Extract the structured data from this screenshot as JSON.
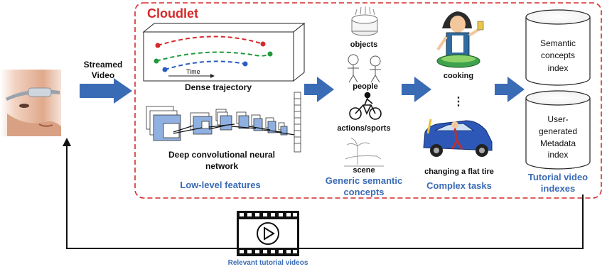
{
  "cloudlet_title": "Cloudlet",
  "input": {
    "streamed_line1": "Streamed",
    "streamed_line2": "Video"
  },
  "low_level": {
    "time_label": "Time",
    "dense_trajectory": "Dense trajectory",
    "dcnn_line1": "Deep convolutional neural",
    "dcnn_line2": "network",
    "section_label": "Low-level features"
  },
  "generic": {
    "objects": "objects",
    "people": "people",
    "actions": "actions/sports",
    "scene": "scene",
    "section_line1": "Generic semantic",
    "section_line2": "concepts"
  },
  "complex": {
    "cooking": "cooking",
    "ellipsis": "⋮",
    "flat_tire": "changing a flat tire",
    "section_label": "Complex tasks"
  },
  "indexes": {
    "semantic_line1": "Semantic",
    "semantic_line2": "concepts",
    "semantic_line3": "index",
    "user_line1": "User-",
    "user_line2": "generated",
    "user_line3": "Metadata",
    "user_line4": "index",
    "section_line1": "Tutorial video",
    "section_line2": "indexes"
  },
  "feedback": {
    "label": "Relevant tutorial videos"
  },
  "colors": {
    "arrow_blue": "#3a6bb5",
    "label_blue": "#3a6bb5",
    "cloudlet_red": "#d42a2a",
    "traj_red": "#d42a2a",
    "traj_green": "#1f9a3a",
    "traj_blue": "#2a5cc0"
  }
}
